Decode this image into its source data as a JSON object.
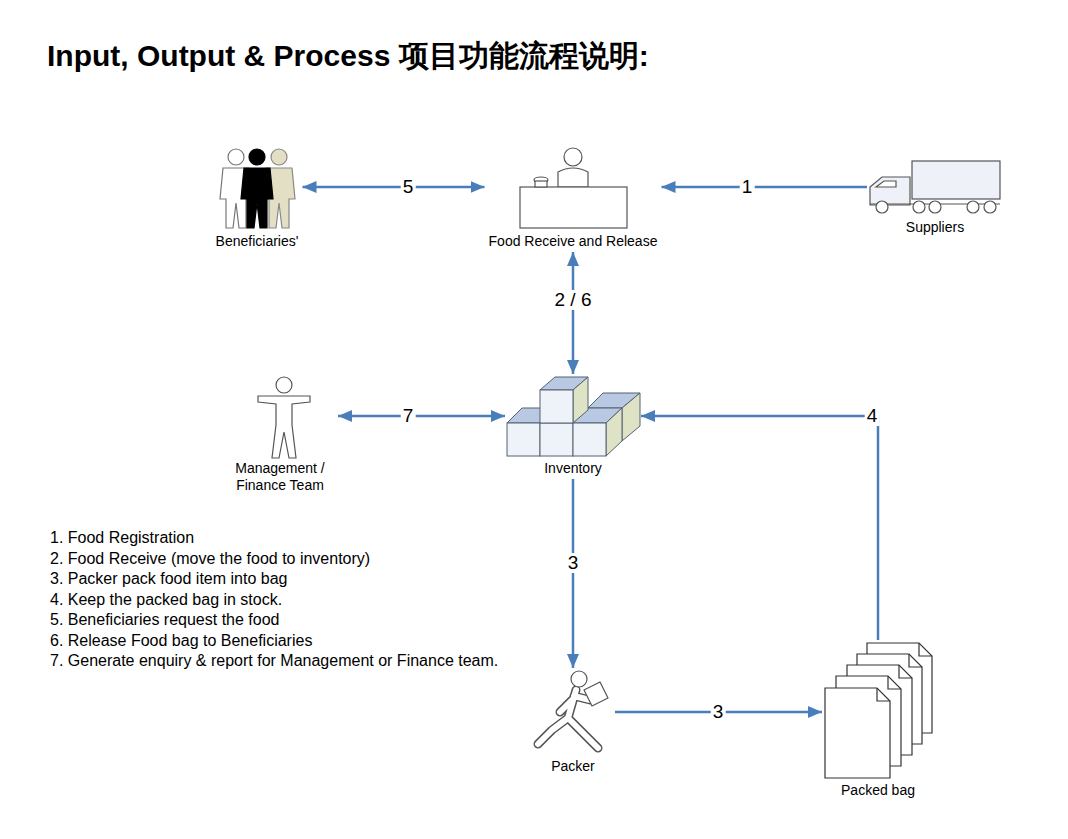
{
  "diagram": {
    "title": "Input, Output & Process 项目功能流程说明:",
    "nodes": [
      {
        "text": [
          "Beneficiaries'"
        ]
      },
      {
        "text": [
          "Food Receive and Release"
        ]
      },
      {
        "text": [
          "Suppliers"
        ]
      },
      {
        "text": [
          "Management / Finance Team"
        ]
      },
      {
        "text": [
          "Inventory"
        ]
      },
      {
        "text": [
          "Packer"
        ]
      },
      {
        "text": [
          "Packed bag"
        ]
      }
    ],
    "edges": [
      {
        "from": 0,
        "to": 1,
        "label": "5",
        "arrow": "both"
      },
      {
        "from": 2,
        "to": 1,
        "label": "1",
        "arrow": "to"
      },
      {
        "from": 1,
        "to": 4,
        "label": "2 / 6",
        "arrow": "both"
      },
      {
        "from": 3,
        "to": 4,
        "label": "7",
        "arrow": "both"
      },
      {
        "from": 4,
        "to": 5,
        "label": "3",
        "arrow": "to"
      },
      {
        "from": 5,
        "to": 6,
        "label": "3",
        "arrow": "to"
      },
      {
        "from": 6,
        "to": 4,
        "label": "4",
        "arrow": "to"
      }
    ],
    "labels": [
      "1. Food Registration",
      "2. Food Receive (move the food to inventory)",
      "3. Packer pack food item into bag",
      "4. Keep the packed bag in stock.",
      "5. Beneficiaries request the food",
      "6. Release Food bag to Beneficiaries",
      "7. Generate enquiry & report for Management or Finance team."
    ]
  }
}
